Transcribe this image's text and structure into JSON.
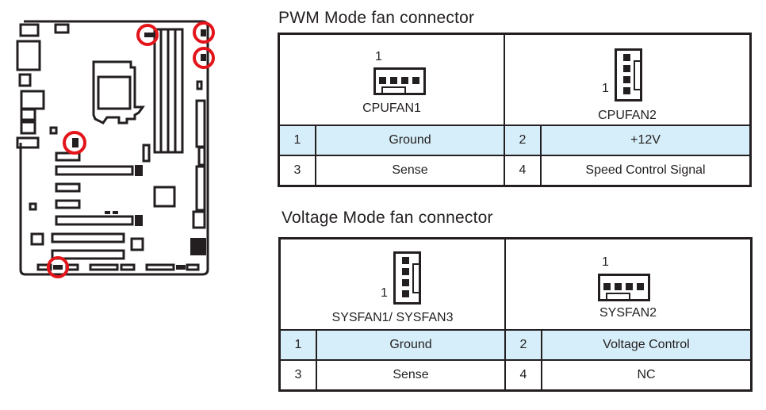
{
  "board": {
    "description": "Motherboard layout with highlighted fan connector locations",
    "highlight_color": "#e3151a",
    "highlighted_connectors": 5
  },
  "pwm": {
    "title": "PWM Mode fan connector",
    "connectors": [
      {
        "label": "CPUFAN1",
        "pin1": "1",
        "orientation": "horizontal"
      },
      {
        "label": "CPUFAN2",
        "pin1": "1",
        "orientation": "vertical"
      }
    ],
    "rows": [
      {
        "pin_a": "1",
        "signal_a": "Ground",
        "pin_b": "2",
        "signal_b": "+12V",
        "shaded": true
      },
      {
        "pin_a": "3",
        "signal_a": "Sense",
        "pin_b": "4",
        "signal_b": "Speed Control Signal",
        "shaded": false
      }
    ]
  },
  "voltage": {
    "title": "Voltage Mode fan connector",
    "connectors": [
      {
        "label": "SYSFAN1/ SYSFAN3",
        "pin1": "1",
        "orientation": "vertical"
      },
      {
        "label": "SYSFAN2",
        "pin1": "1",
        "orientation": "horizontal"
      }
    ],
    "rows": [
      {
        "pin_a": "1",
        "signal_a": "Ground",
        "pin_b": "2",
        "signal_b": "Voltage Control",
        "shaded": true
      },
      {
        "pin_a": "3",
        "signal_a": "Sense",
        "pin_b": "4",
        "signal_b": "NC",
        "shaded": false
      }
    ]
  },
  "colors": {
    "shade": "#d6eef9",
    "ink": "#231f20",
    "highlight": "#e3151a"
  }
}
